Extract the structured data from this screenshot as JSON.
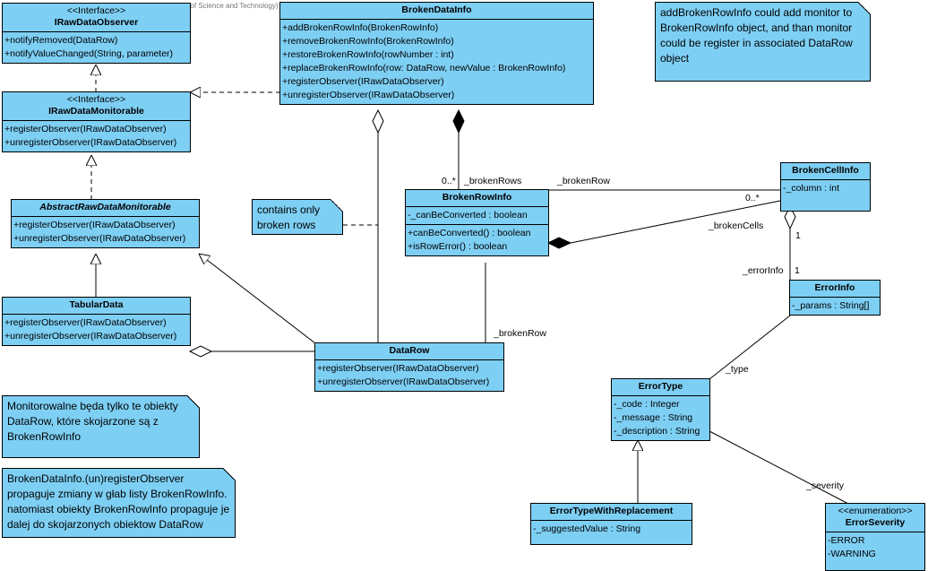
{
  "watermark": "Visual Paradigm for UML Standard Edition(AGH University of Science and Technology)",
  "classes": {
    "iraw_data_observer": {
      "stereotype": "<<Interface>>",
      "name": "IRawDataObserver",
      "operations": [
        "+notifyRemoved(DataRow)",
        "+notifyValueChanged(String, parameter)"
      ]
    },
    "iraw_data_monitorable": {
      "stereotype": "<<Interface>>",
      "name": "IRawDataMonitorable",
      "operations": [
        "+registerObserver(IRawDataObserver)",
        "+unregisterObserver(IRawDataObserver)"
      ]
    },
    "abstract_raw_data_monitorable": {
      "name": "AbstractRawDataMonitorable",
      "operations": [
        "+registerObserver(IRawDataObserver)",
        "+unregisterObserver(IRawDataObserver)"
      ]
    },
    "tabular_data": {
      "name": "TabularData",
      "operations": [
        "+registerObserver(IRawDataObserver)",
        "+unregisterObserver(IRawDataObserver)"
      ]
    },
    "data_row": {
      "name": "DataRow",
      "operations": [
        "+registerObserver(IRawDataObserver)",
        "+unregisterObserver(IRawDataObserver)"
      ]
    },
    "broken_data_info": {
      "name": "BrokenDataInfo",
      "operations": [
        "+addBrokenRowInfo(BrokenRowInfo)",
        "+removeBrokenRowInfo(BrokenRowInfo)",
        "+restoreBrokenRowInfo(rowNumber : int)",
        "+replaceBrokenRowInfo(row: DataRow, newValue : BrokenRowInfo)",
        "+registerObserver(IRawDataObserver)",
        "+unregisterObserver(IRawDataObserver)"
      ]
    },
    "broken_row_info": {
      "name": "BrokenRowInfo",
      "attributes": [
        "-_canBeConverted : boolean"
      ],
      "operations": [
        "+canBeConverted() : boolean",
        "+isRowError() : boolean"
      ]
    },
    "broken_cell_info": {
      "name": "BrokenCellInfo",
      "attributes": [
        "-_column : int"
      ]
    },
    "error_info": {
      "name": "ErrorInfo",
      "attributes": [
        "-_params : String[]"
      ]
    },
    "error_type": {
      "name": "ErrorType",
      "attributes": [
        "-_code : Integer",
        "-_message : String",
        "-_description : String"
      ]
    },
    "error_type_with_replacement": {
      "name": "ErrorTypeWithReplacement",
      "attributes": [
        "-_suggestedValue : String"
      ]
    },
    "error_severity": {
      "stereotype": "<<enumeration>>",
      "name": "ErrorSeverity",
      "literals": [
        "-ERROR",
        "-WARNING"
      ]
    }
  },
  "notes": {
    "add_info": "addBrokenRowInfo could add monitor to BrokenRowInfo object, and than monitor could be register in associated DataRow object",
    "only_broken": "contains only broken rows",
    "monitorable_pl": "Monitorowalne będa tylko te obiekty DataRow, które skojarzone są z BrokenRowInfo",
    "propagation_pl": "BrokenDataInfo.(un)registerObserver propaguje zmiany w głab listy BrokenRowInfo. natomiast obiekty BrokenRowInfo propaguje je dalej do skojarzonych obiektow DataRow"
  },
  "edge_labels": {
    "mult_broken_rows": "0..*",
    "role_broken_rows": "_brokenRows",
    "role_broken_row_top": "_brokenRow",
    "mult_broken_cells": "0..*",
    "role_broken_cells": "_brokenCells",
    "mult_cell_top": "1",
    "role_error_info": "_errorInfo",
    "mult_cell_bottom": "1",
    "role_broken_row_bottom": "_brokenRow",
    "role_type": "_type",
    "role_severity": "_severity"
  }
}
